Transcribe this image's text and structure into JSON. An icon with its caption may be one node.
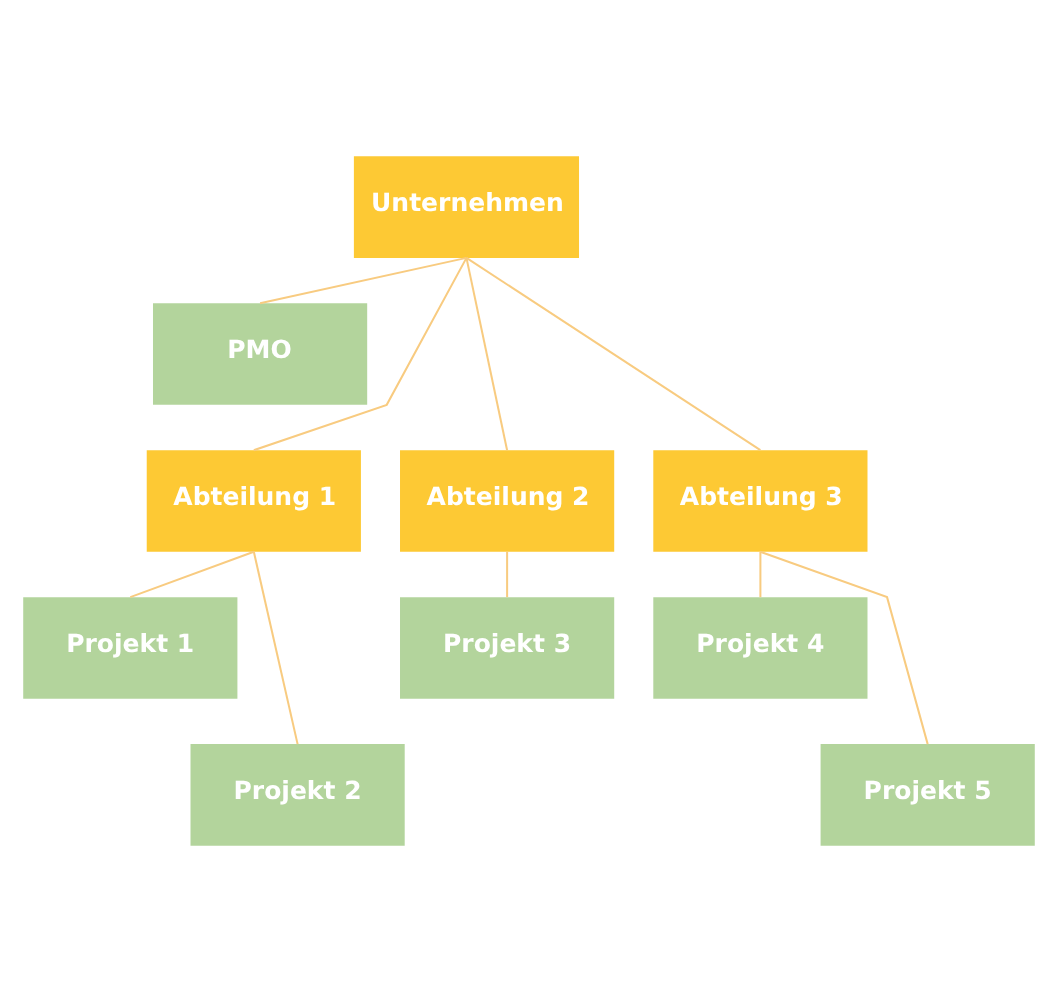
{
  "diagram": {
    "nodes": [
      {
        "text": [
          "Unternehmen"
        ]
      },
      {
        "text": [
          "PMO"
        ]
      },
      {
        "text": [
          "Abteilung 1"
        ]
      },
      {
        "text": [
          "Abteilung 2"
        ]
      },
      {
        "text": [
          "Abteilung 3"
        ]
      },
      {
        "text": [
          "Projekt 1"
        ]
      },
      {
        "text": [
          "Projekt 2"
        ]
      },
      {
        "text": [
          "Projekt 3"
        ]
      },
      {
        "text": [
          "Projekt 4"
        ]
      },
      {
        "text": [
          "Projekt 5"
        ]
      }
    ],
    "edges": [
      {
        "from": 0,
        "to": 1,
        "arrow": "none"
      },
      {
        "from": 0,
        "to": 2,
        "arrow": "none"
      },
      {
        "from": 0,
        "to": 3,
        "arrow": "none"
      },
      {
        "from": 0,
        "to": 4,
        "arrow": "none"
      },
      {
        "from": 2,
        "to": 5,
        "arrow": "none"
      },
      {
        "from": 2,
        "to": 6,
        "arrow": "none"
      },
      {
        "from": 3,
        "to": 7,
        "arrow": "none"
      },
      {
        "from": 4,
        "to": 8,
        "arrow": "none"
      },
      {
        "from": 4,
        "to": 9,
        "arrow": "none"
      }
    ]
  }
}
